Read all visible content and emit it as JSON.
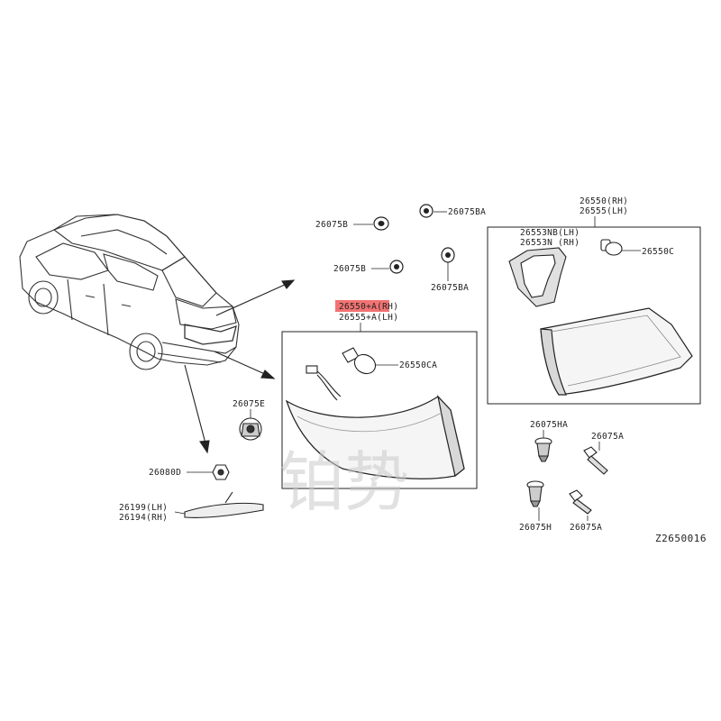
{
  "diagram": {
    "labels": {
      "grommet_top_left": "26075B",
      "grommet_top_right": "26075BA",
      "grommet_mid_left": "26075B",
      "grommet_mid_right": "26075BA",
      "lamp_rh_label": "26550+A(RH)",
      "lamp_lh_label": "26555+A(LH)",
      "bulb_label": "26550CA",
      "clip_e": "26075E",
      "nut_d": "26080D",
      "reflector_lh": "26199(LH)",
      "reflector_rh": "26194(RH)",
      "inset_rh": "26550(RH)",
      "inset_lh": "26555(LH)",
      "gasket_lh": "26553NB(LH)",
      "gasket_rh": "26553N (RH)",
      "inset_bulb": "26550C",
      "clip_ha": "26075HA",
      "screw_a_top": "26075A",
      "clip_h": "26075H",
      "screw_a_bottom": "26075A",
      "diagram_code": "Z2650016"
    },
    "watermark": "铂势",
    "highlight_color": "#f05a5a"
  }
}
